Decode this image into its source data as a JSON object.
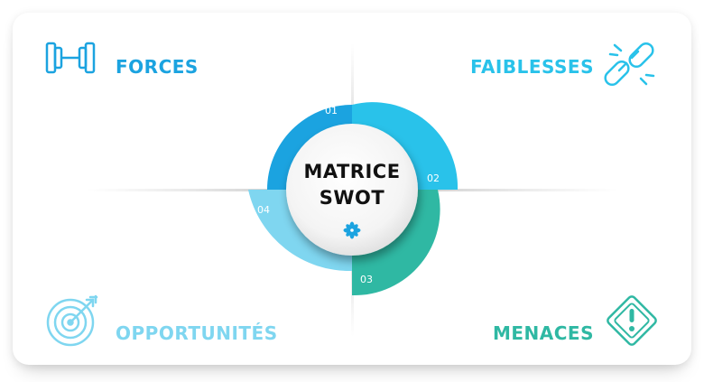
{
  "center": {
    "line1": "MATRICE",
    "line2": "SWOT",
    "icon": "flower-logo-icon"
  },
  "quadrants": {
    "forces": {
      "label": "FORCES",
      "number": "01",
      "color": "#1ba3e0",
      "icon": "dumbbell-icon"
    },
    "faiblesses": {
      "label": "FAIBLESSES",
      "number": "02",
      "color": "#29c2ea",
      "icon": "broken-link-icon"
    },
    "menaces": {
      "label": "MENACES",
      "number": "03",
      "color": "#2fb8a3",
      "icon": "warning-sign-icon"
    },
    "opportunites": {
      "label": "OPPORTUNITÉS",
      "number": "04",
      "color": "#7fd6f0",
      "icon": "target-icon"
    }
  }
}
